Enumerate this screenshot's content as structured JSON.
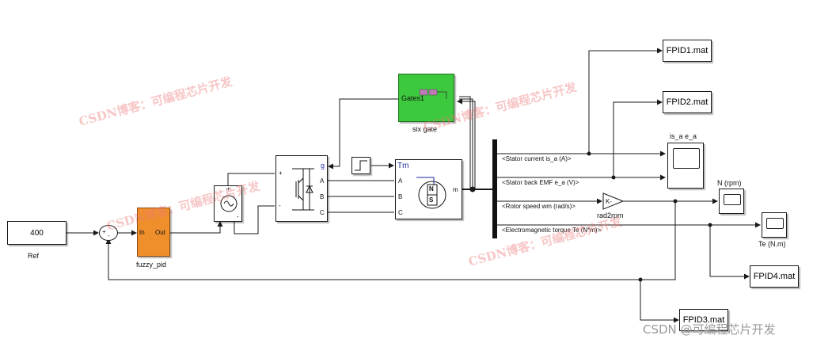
{
  "blocks": {
    "ref": {
      "value": "400",
      "label": "Ref"
    },
    "sum": {
      "plus": "+",
      "minus": "-"
    },
    "fuzzy": {
      "in": "In",
      "out": "Out",
      "label": "fuzzy_pid"
    },
    "vsource": {
      "plus": "+",
      "minus": "-"
    },
    "inverter": {
      "plus": "+",
      "minus": "-",
      "g": "g",
      "a": "A",
      "b": "B",
      "c": "C"
    },
    "step": {},
    "motor": {
      "tm": "Tm",
      "a": "A",
      "b": "B",
      "c": "C",
      "m": "m",
      "n": "N",
      "s": "S"
    },
    "sixgate": {
      "inner": "Gates1",
      "label": "six gate"
    },
    "demux": {
      "signals": [
        "<Stator current is_a (A)>",
        "<Stator back EMF e_a (V)>",
        "<Rotor speed wm (rad/s)>",
        "<Electromagnetic torque Te (N*m)>"
      ]
    },
    "gain": {
      "symbol": "K-",
      "label": "rad2rpm"
    },
    "scopes": {
      "isa": "is_a e_a",
      "n": "N (rpm)",
      "te": "Te (N.m)"
    },
    "files": {
      "fpid1": "FPID1.mat",
      "fpid2": "FPID2.mat",
      "fpid3": "FPID3.mat",
      "fpid4": "FPID4.mat"
    }
  },
  "watermarks": [
    "CSDN博客：可编程芯片开发",
    "CSDN博客：可编程芯片开发",
    "CSDN博客：可编程芯片开发",
    "CSDN博客：可编程芯片开发",
    "CSDN博客：可编程芯片开发"
  ],
  "footer_watermark": "CSDN @可编程芯片开发",
  "colors": {
    "fuzzy": "#ef8f2c",
    "sixgate": "#3dc93d",
    "line": "#1a1a1a",
    "watermark": "#e87878"
  }
}
